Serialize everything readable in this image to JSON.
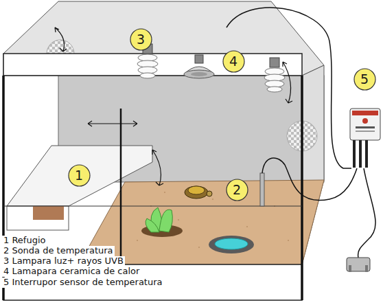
{
  "diagram": {
    "nodes": [
      {
        "text": [
          "1"
        ]
      },
      {
        "text": [
          "2"
        ]
      },
      {
        "text": [
          "3"
        ]
      },
      {
        "text": [
          "4"
        ]
      },
      {
        "text": [
          "5"
        ]
      }
    ],
    "labels": [
      "1 Refugio",
      "2 Sonda de temperatura",
      "3 Lampara luz+ rayos UVB",
      "4 Lamapara ceramica de calor",
      "5 Interrupor sensor de temperatura"
    ]
  }
}
